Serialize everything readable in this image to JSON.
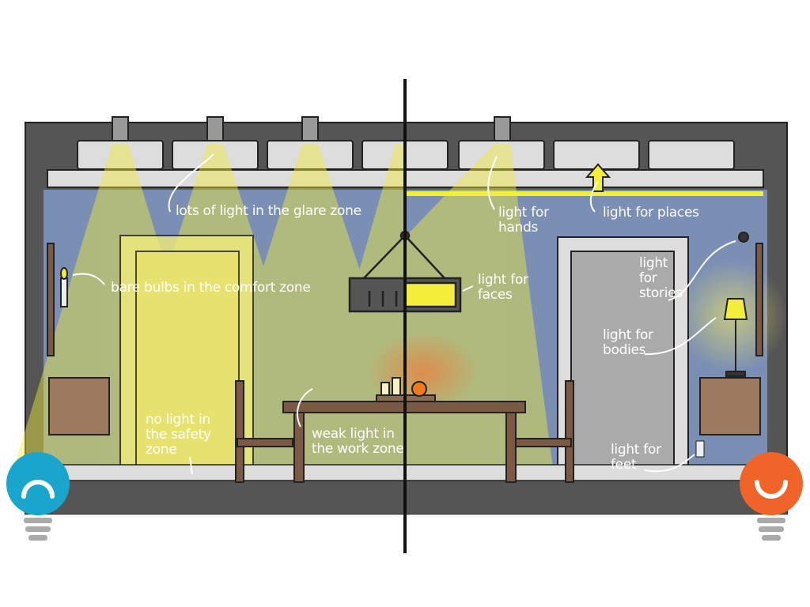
{
  "labels": {
    "glare_zone": "lots of light in the glare zone",
    "comfort_zone": "bare bulbs in the comfort zone",
    "safety_zone": [
      "no light in",
      "the safety",
      "zone"
    ],
    "work_zone": [
      "weak light in",
      "the work zone"
    ],
    "hands": [
      "light for",
      "hands"
    ],
    "places": "light for places",
    "faces": [
      "light for",
      "faces"
    ],
    "stories": [
      "light",
      "for",
      "stories"
    ],
    "bodies": [
      "light for",
      "bodies"
    ],
    "feet": [
      "light for",
      "feet"
    ]
  },
  "icons": {
    "left_bulb": "sad-lightbulb-icon",
    "right_bulb": "happy-lightbulb-icon"
  },
  "colors": {
    "wall": "#7b8fb4",
    "light": "#f2ee3a",
    "frame": "#555555",
    "left_bulb": "#1aa6cc",
    "right_bulb": "#f0642a"
  }
}
